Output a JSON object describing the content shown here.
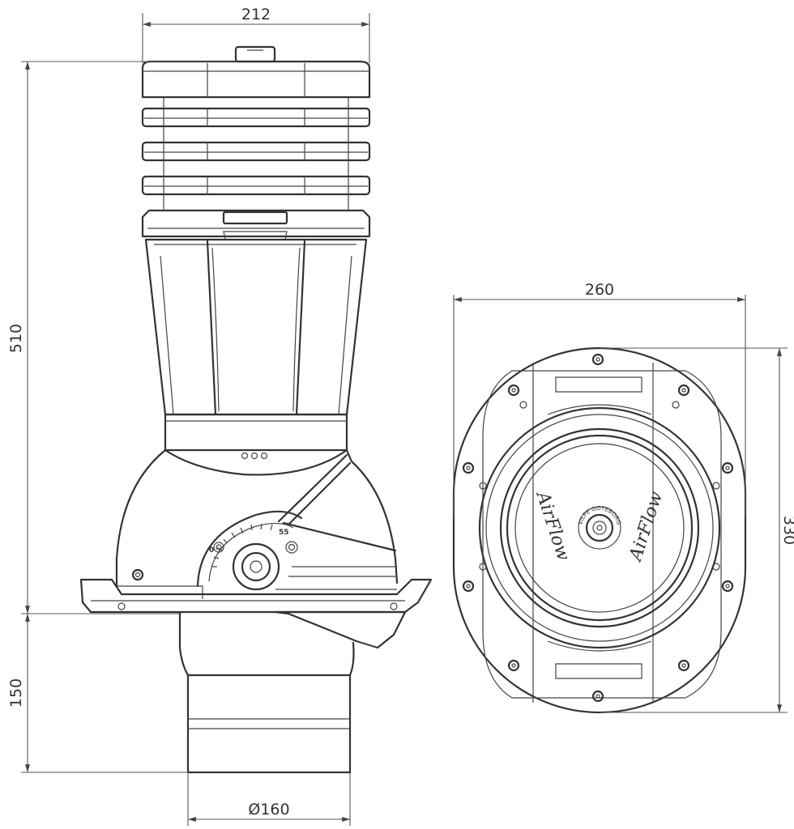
{
  "dimensions": {
    "width_top": "212",
    "height_total": "510",
    "height_pipe": "150",
    "pipe_diameter": "Ø160",
    "base_width": "260",
    "base_length": "330"
  },
  "angle_scale": {
    "min": "0",
    "max": "55"
  },
  "logo_text": {
    "brand_left": "AirFlow",
    "brand_right": "AirFlow",
    "hub_ring": "VILPE GOTEBORG"
  }
}
